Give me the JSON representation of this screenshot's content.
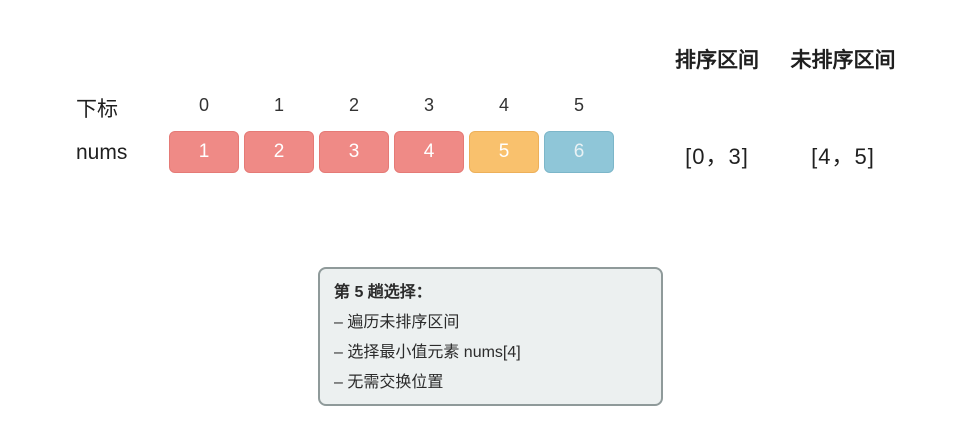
{
  "column_headers": {
    "sorted": "排序区间",
    "unsorted": "未排序区间"
  },
  "row_labels": {
    "index": "下标",
    "array": "nums"
  },
  "array": {
    "indices": [
      "0",
      "1",
      "2",
      "3",
      "4",
      "5"
    ],
    "cells": [
      {
        "value": "1",
        "bg": "#ef8a86",
        "border": "#e57a76",
        "text": "#ffffff"
      },
      {
        "value": "2",
        "bg": "#ef8a86",
        "border": "#e57a76",
        "text": "#ffffff"
      },
      {
        "value": "3",
        "bg": "#ef8a86",
        "border": "#e57a76",
        "text": "#ffffff"
      },
      {
        "value": "4",
        "bg": "#ef8a86",
        "border": "#e57a76",
        "text": "#ffffff"
      },
      {
        "value": "5",
        "bg": "#f9c16d",
        "border": "#edb05a",
        "text": "#ffffff"
      },
      {
        "value": "6",
        "bg": "#8fc6d8",
        "border": "#7cb6c9",
        "text": "#e8f1f4"
      }
    ]
  },
  "intervals": {
    "sorted": "[0，3]",
    "unsorted": "[4，5]"
  },
  "info_box": {
    "title": "第 5 趟选择：",
    "lines": [
      "– 遍历未排序区间",
      "– 选择最小值元素 nums[4]",
      "– 无需交换位置"
    ],
    "bg": "#ecf0f0",
    "border": "#8f9a9a"
  }
}
